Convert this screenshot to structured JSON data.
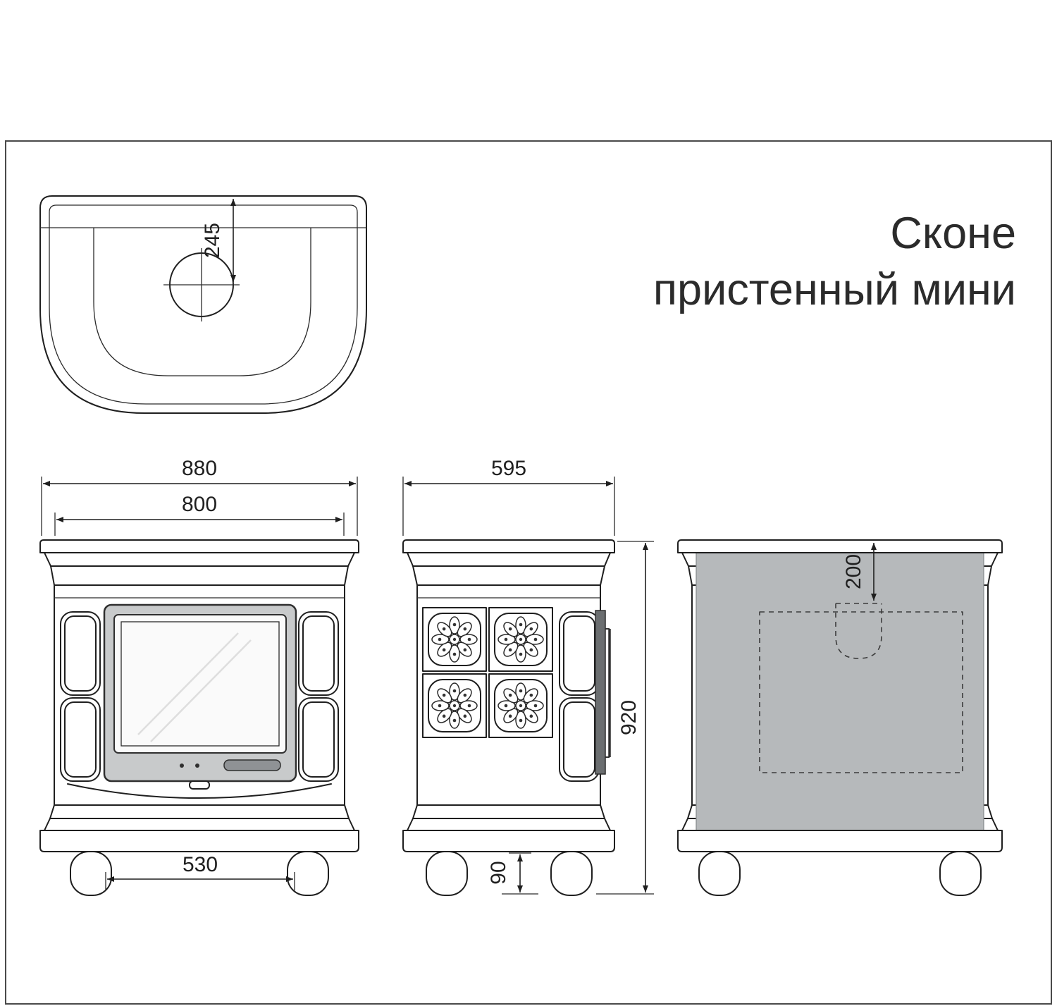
{
  "title": {
    "line1": "Сконе",
    "line2": "пристенный мини"
  },
  "dimensions": {
    "top_flue_offset": "245",
    "front_overall_width": "880",
    "front_body_width": "800",
    "front_leg_span": "530",
    "side_depth": "595",
    "overall_height": "920",
    "leg_height": "90",
    "back_flue_top_offset": "200"
  },
  "colors": {
    "line": "#1f1f1f",
    "back_panel_fill": "#b6b9bb",
    "door_frame_fill": "#c8cacb",
    "door_side_strip_fill": "#6b6e70",
    "handle_fill": "#8f9295"
  }
}
